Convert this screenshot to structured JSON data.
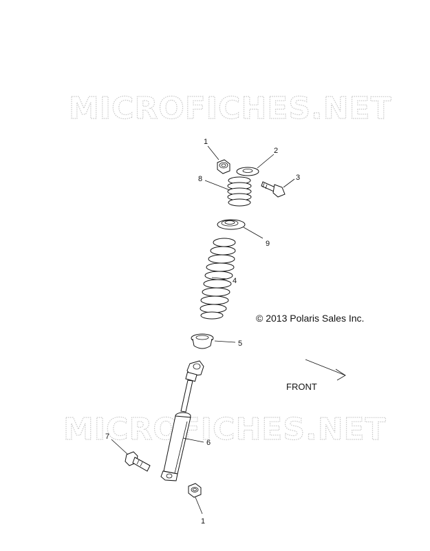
{
  "watermark_text": "MICROFICHES.NET",
  "copyright": "© 2013 Polaris Sales Inc.",
  "direction_label": "FRONT",
  "callouts": {
    "c1_top": "1",
    "c2": "2",
    "c3": "3",
    "c8": "8",
    "c9": "9",
    "c4": "4",
    "c5": "5",
    "c6": "6",
    "c7": "7",
    "c1_bottom": "1"
  }
}
